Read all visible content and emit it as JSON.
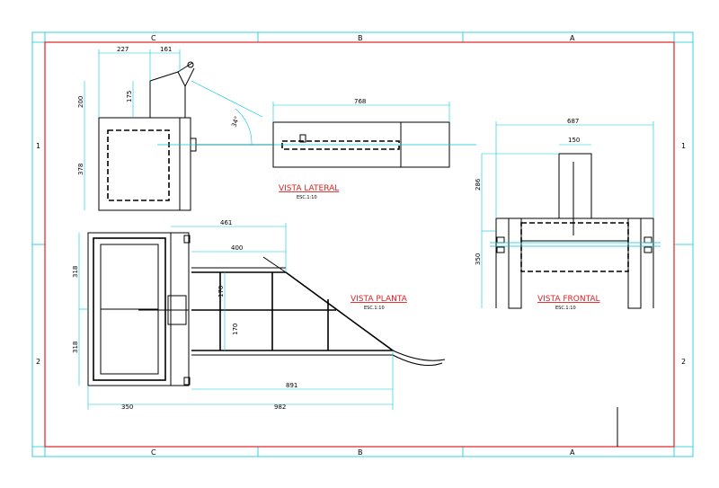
{
  "grid": {
    "columns": [
      "C",
      "B",
      "A"
    ],
    "rows": [
      "1",
      "2"
    ]
  },
  "views": {
    "lateral": {
      "title": "VISTA LATERAL",
      "scale": "ESC.1:10"
    },
    "planta": {
      "title": "VISTA PLANTA",
      "scale": "ESC.1:10"
    },
    "frontal": {
      "title": "VISTA FRONTAL",
      "scale": "ESC.1:10"
    }
  },
  "dimensions": {
    "lateral": {
      "top_left": "227",
      "top_right": "161",
      "height_top": "200",
      "inner_top": "175",
      "height_bottom": "378",
      "length": "768",
      "angle": "34°"
    },
    "planta": {
      "width_top": "461",
      "inner": "400",
      "left_top": "318",
      "left_bottom": "318",
      "v1": "170",
      "v2": "170",
      "bottom_inner": "891",
      "bottom_left": "350",
      "bottom_total": "982"
    },
    "frontal": {
      "width": "687",
      "inner": "150",
      "height_top": "286",
      "height_bottom": "350"
    }
  }
}
